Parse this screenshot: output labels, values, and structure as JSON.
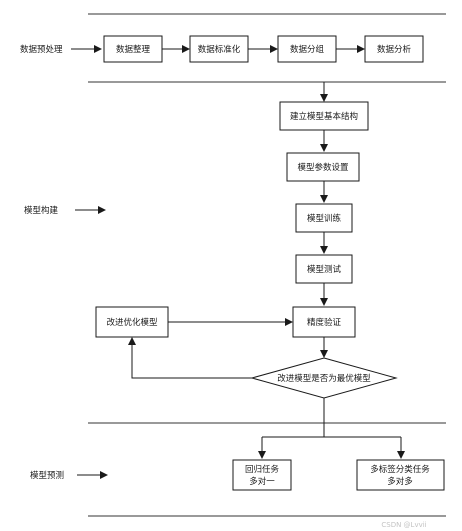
{
  "stages": {
    "preprocess": "数据预处理",
    "build": "模型构建",
    "predict": "模型预测"
  },
  "preprocess_steps": [
    "数据整理",
    "数据标准化",
    "数据分组",
    "数据分析"
  ],
  "build_steps": {
    "structure": "建立模型基本结构",
    "params": "模型参数设置",
    "train": "模型训练",
    "test": "模型测试",
    "validate": "精度验证",
    "optimize": "改进优化模型"
  },
  "decision": "改进模型是否为最优模型",
  "predict_tasks": {
    "regression": {
      "line1": "回归任务",
      "line2": "多对一"
    },
    "multilabel": {
      "line1": "多标签分类任务",
      "line2": "多对多"
    }
  },
  "watermark": "CSDN @Lvvii"
}
